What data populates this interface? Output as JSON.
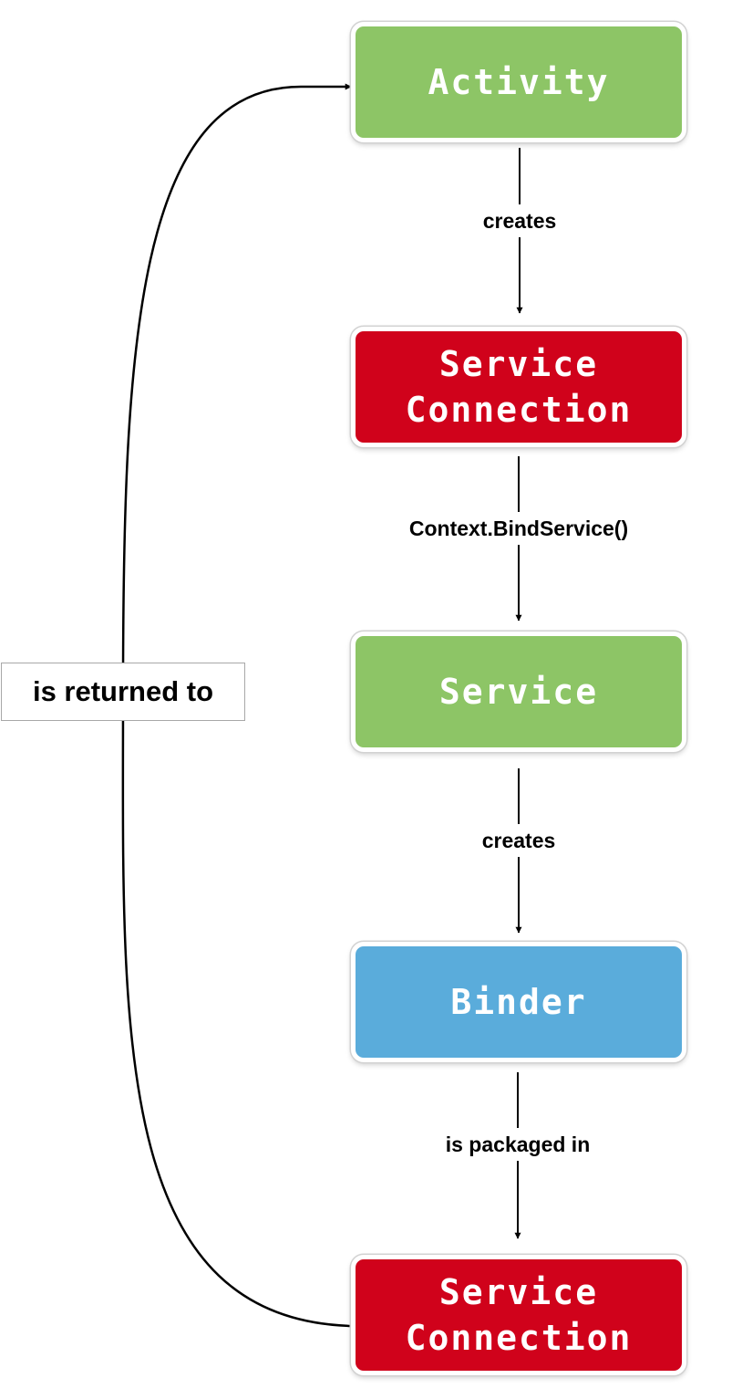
{
  "nodes": [
    {
      "id": "activity",
      "label": "Activity",
      "color": "#8dc566"
    },
    {
      "id": "service-connection-1",
      "label": "Service\nConnection",
      "color": "#d0021b"
    },
    {
      "id": "service",
      "label": "Service",
      "color": "#8dc566"
    },
    {
      "id": "binder",
      "label": "Binder",
      "color": "#5aacdb"
    },
    {
      "id": "service-connection-2",
      "label": "Service\nConnection",
      "color": "#d0021b"
    }
  ],
  "edges": [
    {
      "from": "activity",
      "to": "service-connection-1",
      "label": "creates"
    },
    {
      "from": "service-connection-1",
      "to": "service",
      "label": "Context.BindService()"
    },
    {
      "from": "service",
      "to": "binder",
      "label": "creates"
    },
    {
      "from": "binder",
      "to": "service-connection-2",
      "label": "is packaged in"
    }
  ],
  "return_edge": {
    "from": "service-connection-2",
    "to": "activity",
    "label": "is returned to"
  },
  "colors": {
    "line": "#000000",
    "label_border": "#a8a8a8"
  }
}
